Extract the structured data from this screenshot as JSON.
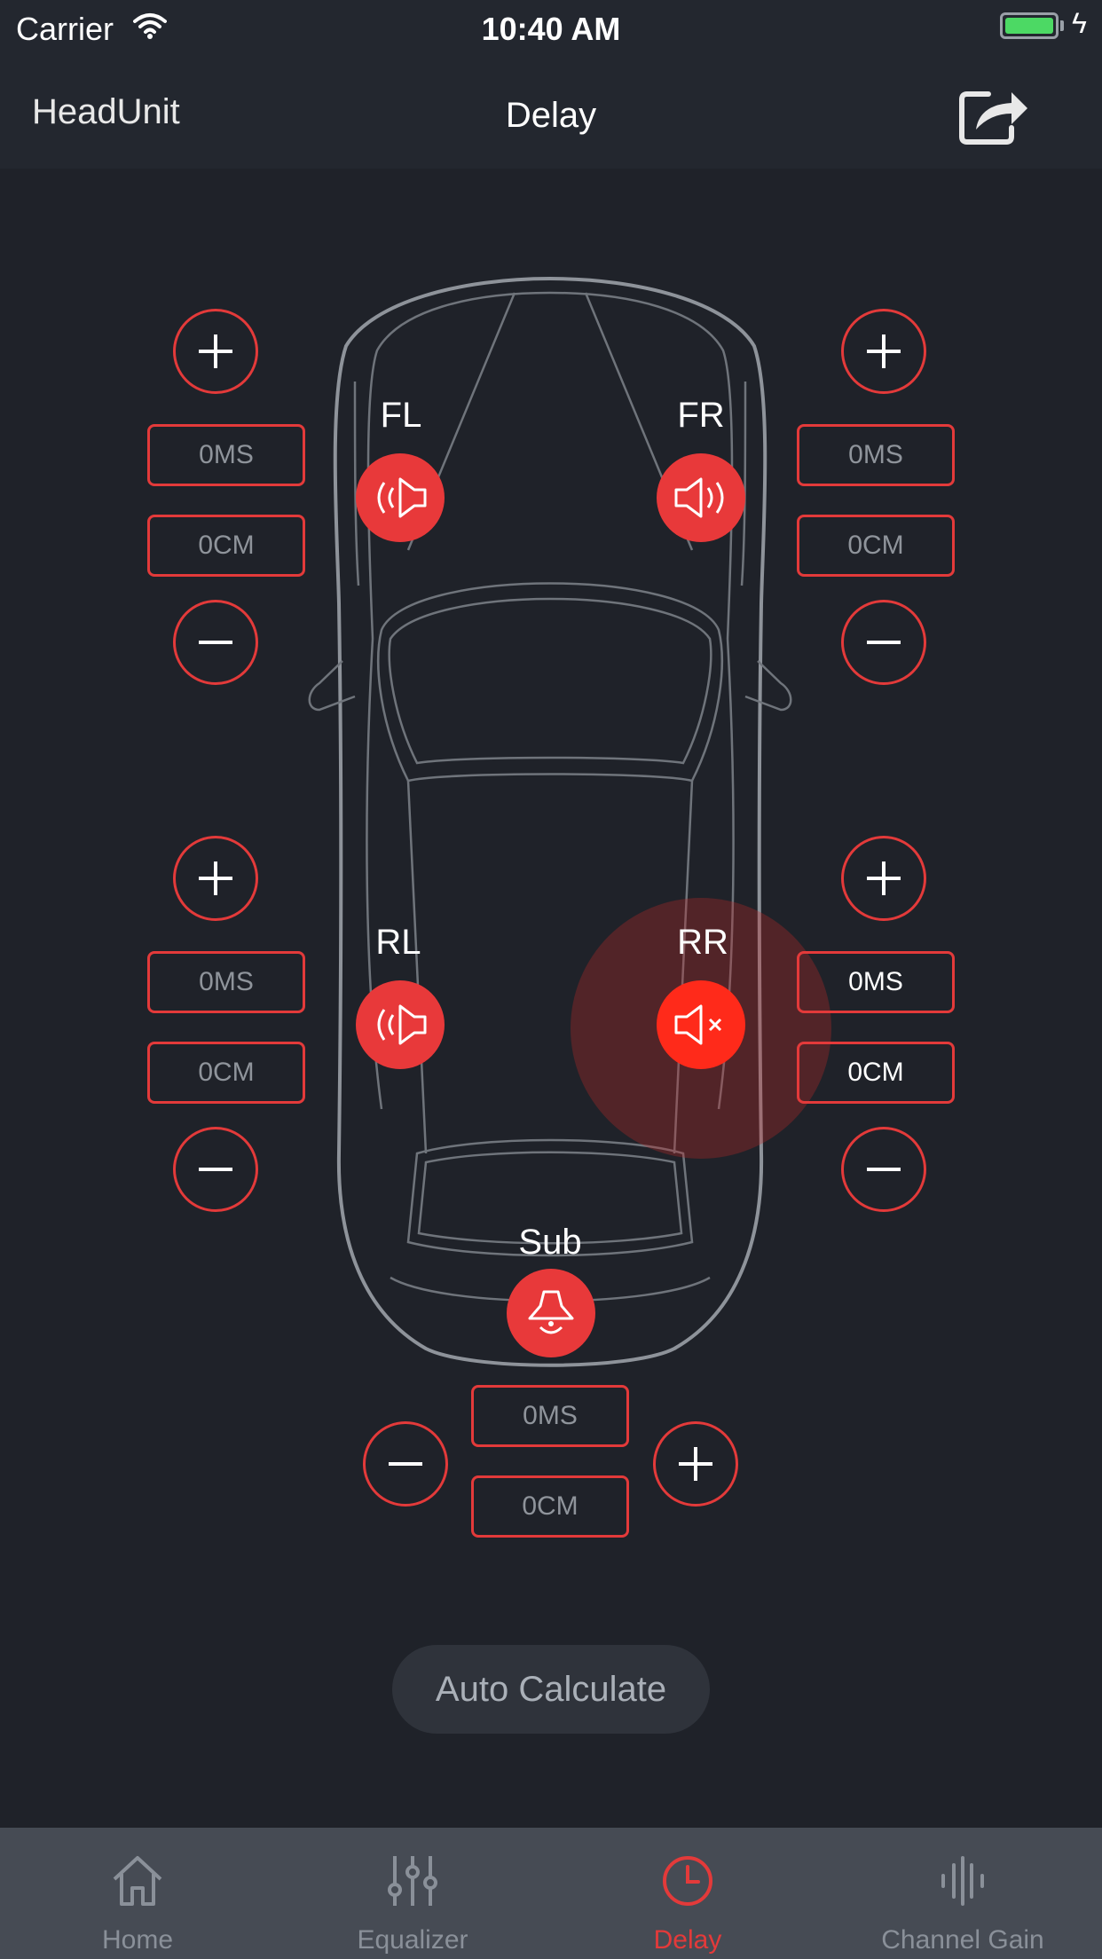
{
  "status_bar": {
    "carrier": "Carrier",
    "time": "10:40 AM",
    "battery_color": "#4cd964"
  },
  "nav": {
    "back_title": "HeadUnit",
    "title": "Delay",
    "share_icon": "share-icon"
  },
  "accent_color": "#e33a3a",
  "speakers": {
    "fl": {
      "label": "FL",
      "delay": "0MS",
      "distance": "0CM",
      "muted": false,
      "selected": false
    },
    "fr": {
      "label": "FR",
      "delay": "0MS",
      "distance": "0CM",
      "muted": false,
      "selected": false
    },
    "rl": {
      "label": "RL",
      "delay": "0MS",
      "distance": "0CM",
      "muted": false,
      "selected": false
    },
    "rr": {
      "label": "RR",
      "delay": "0MS",
      "distance": "0CM",
      "muted": true,
      "selected": true
    },
    "sub": {
      "label": "Sub",
      "delay": "0MS",
      "distance": "0CM",
      "muted": false,
      "selected": false
    }
  },
  "auto_calculate_label": "Auto Calculate",
  "tabs": [
    {
      "label": "Home",
      "icon": "home-icon",
      "selected": false
    },
    {
      "label": "Equalizer",
      "icon": "equalizer-icon",
      "selected": false
    },
    {
      "label": "Delay",
      "icon": "clock-icon",
      "selected": true
    },
    {
      "label": "Channel Gain",
      "icon": "waveform-icon",
      "selected": false
    }
  ]
}
